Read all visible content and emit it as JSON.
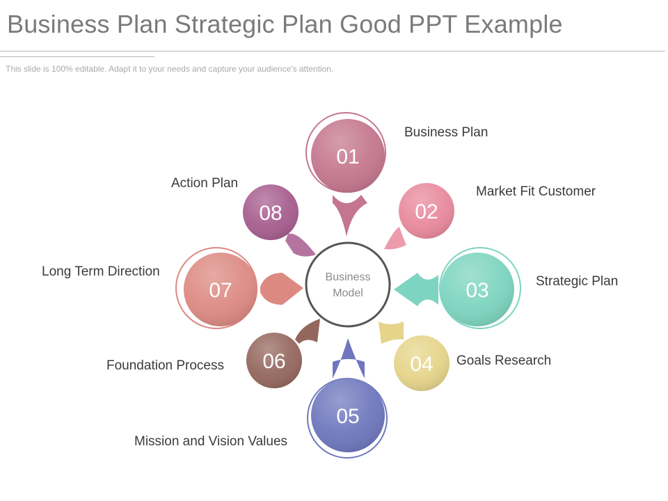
{
  "slide": {
    "title": "Business Plan Strategic Plan Good PPT Example",
    "subtitle": "This slide is 100% editable. Adapt it to your needs and capture your audience's attention."
  },
  "diagram": {
    "center": {
      "line1": "Business",
      "line2": "Model"
    },
    "items": [
      {
        "number": "01",
        "label": "Business Plan",
        "color": "#c4768e"
      },
      {
        "number": "02",
        "label": "Market Fit Customer",
        "color": "#e8899c"
      },
      {
        "number": "03",
        "label": "Strategic Plan",
        "color": "#7dd4c0"
      },
      {
        "number": "04",
        "label": "Goals Research",
        "color": "#e5d48a"
      },
      {
        "number": "05",
        "label": "Mission and Vision Values",
        "color": "#6e77bd"
      },
      {
        "number": "06",
        "label": "Foundation Process",
        "color": "#94675e"
      },
      {
        "number": "07",
        "label": "Long Term Direction",
        "color": "#dc8982"
      },
      {
        "number": "08",
        "label": "Action Plan",
        "color": "#a65d8e"
      }
    ]
  }
}
